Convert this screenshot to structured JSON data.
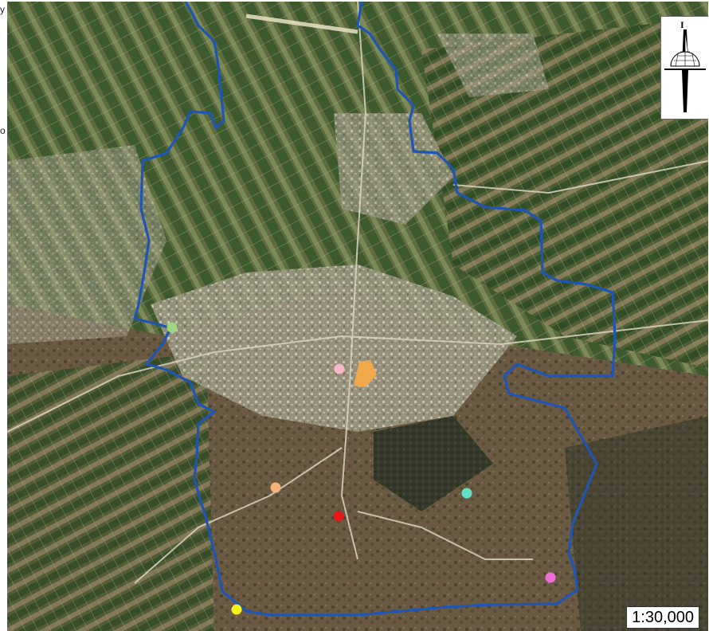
{
  "map": {
    "scale_label": "1:30,000",
    "north_letter": "I",
    "edge_text": [
      "y",
      "o"
    ],
    "colors": {
      "boundary": "#1f55b5",
      "built_area_fill": "#b9b7a9",
      "field_dark": "#3d5a2e",
      "field_light": "#7a8a56",
      "orange_zone": "#f0a94a"
    },
    "markers": [
      {
        "name": "marker-green",
        "color": "#9bd77c"
      },
      {
        "name": "marker-pink",
        "color": "#f5b8c4"
      },
      {
        "name": "marker-orange",
        "color": "#f5b27a"
      },
      {
        "name": "marker-red",
        "color": "#e81818"
      },
      {
        "name": "marker-teal",
        "color": "#63e0c4"
      },
      {
        "name": "marker-magenta",
        "color": "#ee6ed8"
      },
      {
        "name": "marker-yellow",
        "color": "#f4f01a"
      }
    ]
  }
}
